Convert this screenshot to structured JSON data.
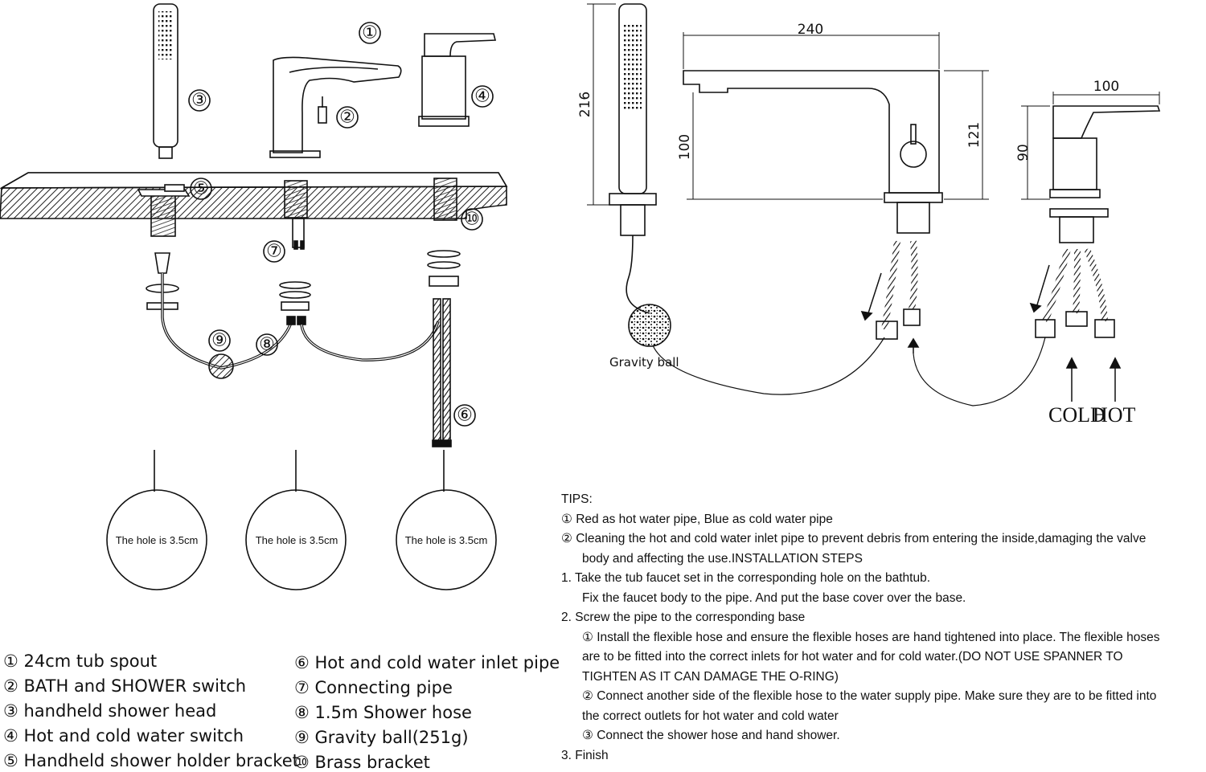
{
  "callouts": [
    "①",
    "②",
    "③",
    "④",
    "⑤",
    "⑥",
    "⑦",
    "⑧",
    "⑨",
    "⑩"
  ],
  "dimensions": {
    "handshower_height": "216",
    "spout_length": "240",
    "spout_outlet_height": "100",
    "spout_total_height": "121",
    "switch_width": "100",
    "switch_height": "90"
  },
  "hole_label": "The hole is 3.5cm",
  "gravity_ball_label": "Gravity ball",
  "cold_label": "COLD",
  "hot_label": "HOT",
  "parts_left": [
    "① 24cm tub spout",
    "② BATH and SHOWER switch",
    "③ handheld shower head",
    "④ Hot and cold water switch",
    "⑤ Handheld shower holder bracket"
  ],
  "parts_right": [
    "⑥ Hot and cold water inlet pipe",
    "⑦ Connecting pipe",
    "⑧ 1.5m Shower hose",
    "⑨ Gravity ball(251g)",
    "⑩ Brass bracket"
  ],
  "tips": {
    "heading": "TIPS:",
    "tip1": "① Red as hot water pipe, Blue as cold water pipe",
    "tip2a": "② Cleaning the hot and cold water inlet pipe to prevent debris from entering the inside,damaging the valve",
    "tip2b": "body and affecting the use.INSTALLATION STEPS",
    "step1a": "1.  Take the tub faucet set in the corresponding hole on the bathtub.",
    "step1b": "Fix the faucet body to the pipe. And put the base cover over the base.",
    "step2": "2. Screw the pipe to the corresponding base",
    "sub1a": "① Install the flexible hose and ensure the flexible hoses are hand tightened into place. The flexible hoses",
    "sub1b": "are to be fitted into the correct inlets for hot water and for cold water.(DO NOT USE SPANNER TO",
    "sub1c": "TIGHTEN AS IT CAN DAMAGE THE O-RING)",
    "sub2a": "② Connect another side of the flexible hose to the water supply pipe. Make sure they are to be fitted into",
    "sub2b": "the correct outlets for  hot water and cold water",
    "sub3": "③ Connect the shower hose and hand shower.",
    "step3": "3. Finish"
  }
}
